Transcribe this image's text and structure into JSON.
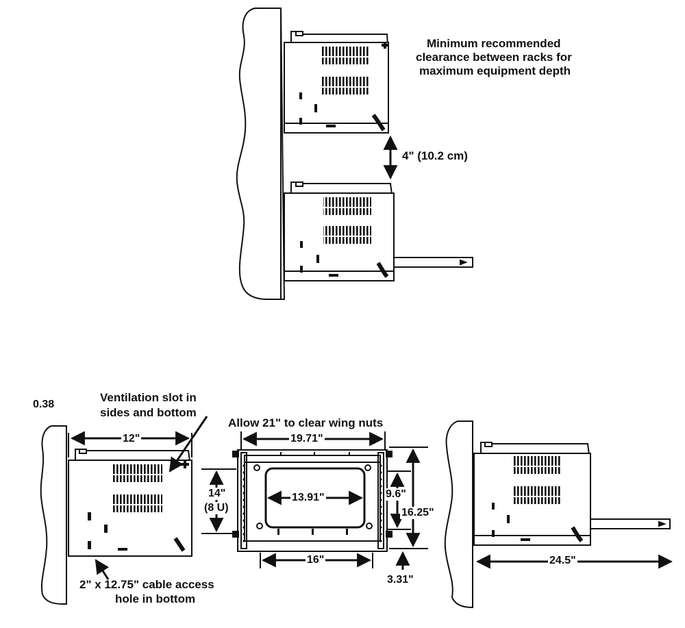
{
  "notes": {
    "clearance_line1": "Minimum recommended",
    "clearance_line2": "clearance between racks for",
    "clearance_line3": "maximum equipment depth",
    "vent_line1": "Ventilation slot in",
    "vent_line2": "sides and bottom",
    "allow": "Allow 21\" to clear wing nuts",
    "cable_line1": "2\" x 12.75\" cable access",
    "cable_line2": "hole in bottom"
  },
  "dimensions": {
    "gap": "4\" (10.2 cm)",
    "corner_value": "0.38",
    "depth_12": "12\"",
    "width_1971": "19.71\"",
    "height_14_line1": "14\"",
    "height_14_line2": "(8 U)",
    "opening_1391": "13.91\"",
    "height_96": "9.6\"",
    "height_1625": "16.25\"",
    "width_16": "16\"",
    "offset_331": "3.31\"",
    "depth_245": "24.5\""
  },
  "colors": {
    "ink": "#111111",
    "paper": "#ffffff"
  }
}
